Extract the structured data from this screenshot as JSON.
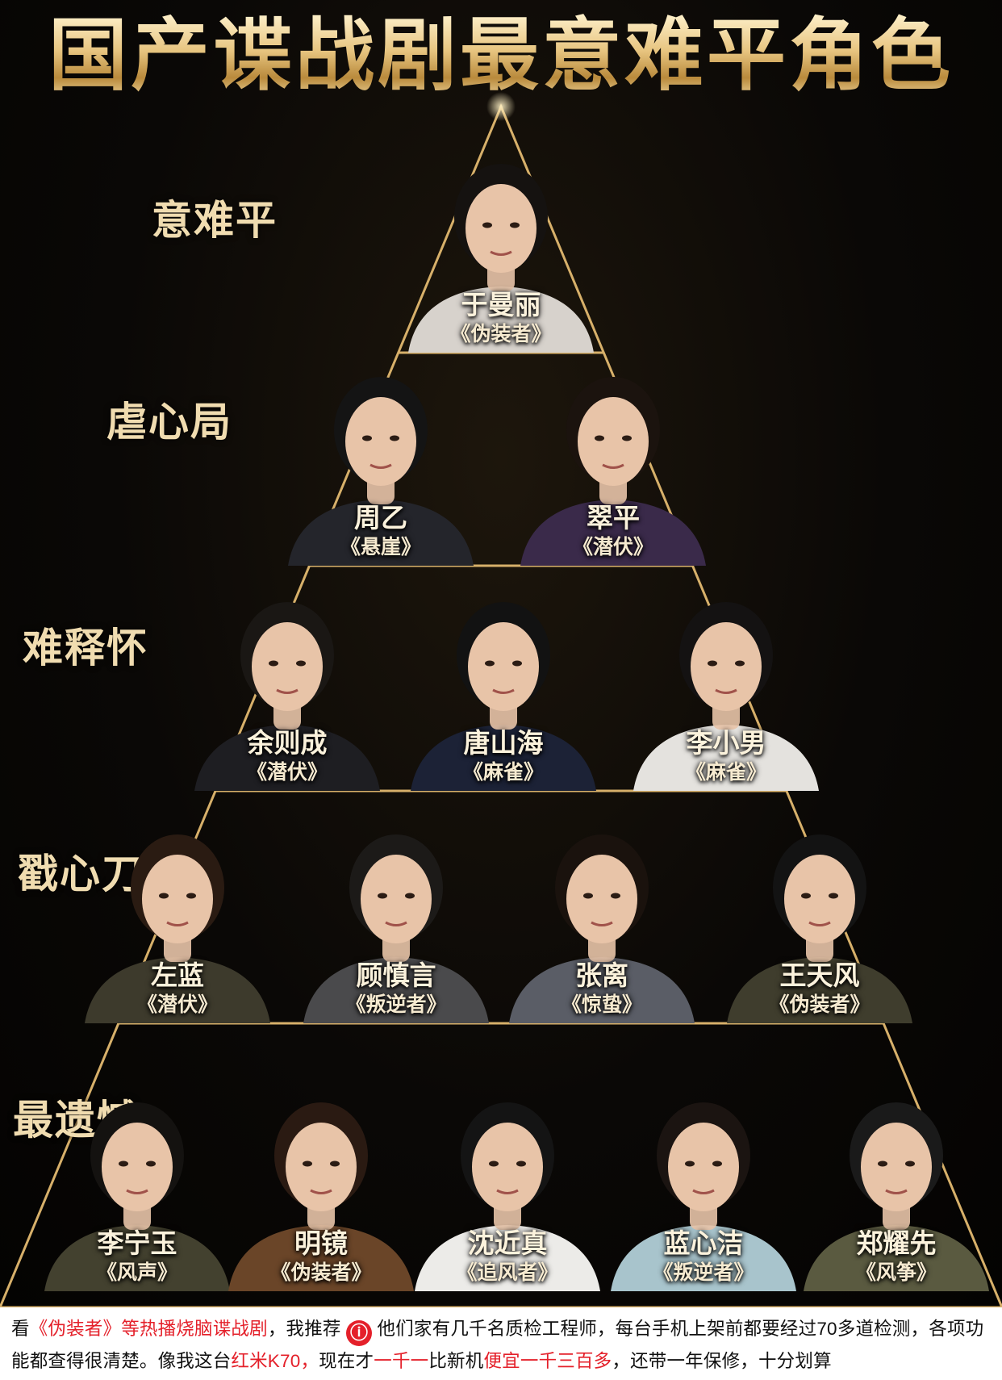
{
  "title": "国产谍战剧最意难平角色",
  "tiers": [
    {
      "label": "意难平",
      "characters": [
        {
          "name": "于曼丽",
          "drama": "《伪装者》",
          "hair": "#151210",
          "outfit": "#d7d2cc"
        }
      ]
    },
    {
      "label": "虐心局",
      "characters": [
        {
          "name": "周乙",
          "drama": "《悬崖》",
          "hair": "#141414",
          "outfit": "#24252b"
        },
        {
          "name": "翠平",
          "drama": "《潜伏》",
          "hair": "#1b130e",
          "outfit": "#3a2a4a"
        }
      ]
    },
    {
      "label": "难释怀",
      "characters": [
        {
          "name": "余则成",
          "drama": "《潜伏》",
          "hair": "#1a1714",
          "outfit": "#1e1e22"
        },
        {
          "name": "唐山海",
          "drama": "《麻雀》",
          "hair": "#121212",
          "outfit": "#1c2236"
        },
        {
          "name": "李小男",
          "drama": "《麻雀》",
          "hair": "#141212",
          "outfit": "#e4e2de"
        }
      ]
    },
    {
      "label": "戳心刀",
      "characters": [
        {
          "name": "左蓝",
          "drama": "《潜伏》",
          "hair": "#2a1b12",
          "outfit": "#3d3a2c"
        },
        {
          "name": "顾慎言",
          "drama": "《叛逆者》",
          "hair": "#1c1a18",
          "outfit": "#4a4a4c"
        },
        {
          "name": "张离",
          "drama": "《惊蛰》",
          "hair": "#1a120d",
          "outfit": "#5a5d66"
        },
        {
          "name": "王天风",
          "drama": "《伪装者》",
          "hair": "#131313",
          "outfit": "#3f3d2d"
        }
      ]
    },
    {
      "label": "最遗憾",
      "characters": [
        {
          "name": "李宁玉",
          "drama": "《风声》",
          "hair": "#141210",
          "outfit": "#43412f"
        },
        {
          "name": "明镜",
          "drama": "《伪装者》",
          "hair": "#2a1a12",
          "outfit": "#6a4528"
        },
        {
          "name": "沈近真",
          "drama": "《追风者》",
          "hair": "#141414",
          "outfit": "#ecebe8"
        },
        {
          "name": "蓝心洁",
          "drama": "《叛逆者》",
          "hair": "#1b1411",
          "outfit": "#a8c4cc"
        },
        {
          "name": "郑耀先",
          "drama": "《风筝》",
          "hair": "#1a1a1a",
          "outfit": "#5a5a40"
        }
      ]
    }
  ],
  "banner": {
    "p1": "看",
    "p2": "《伪装者》等热播烧脑谍战剧",
    "p3": "，我推荐",
    "icon_glyph": "ⓘ",
    "p4": "他们家有几千名质检工程师，每台手机上架前都要经过70多道检测，各项功能都查得很清楚。像我这台",
    "p5": "红米K70，",
    "p6": "现在才",
    "p7": "一千一",
    "p8": "比新机",
    "p9": "便宜一千三百多",
    "p10": "，还带一年保修，十分划算"
  },
  "colors": {
    "gold": "#d7b06a",
    "gold_light": "#f3dca4",
    "background": "#0a0806",
    "banner_red": "#e4202a",
    "skin": "#e8c4a8"
  }
}
